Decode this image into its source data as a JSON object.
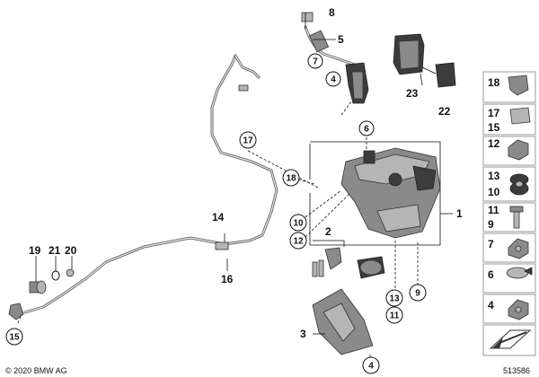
{
  "callouts": {
    "c1": "1",
    "c2": "2",
    "c3": "3",
    "c4": "4",
    "c5": "5",
    "c6": "6",
    "c7": "7",
    "c8": "8",
    "c9": "9",
    "c10": "10",
    "c11": "11",
    "c12": "12",
    "c13": "13",
    "c14": "14",
    "c15": "15",
    "c16": "16",
    "c17": "17",
    "c18": "18",
    "c19": "19",
    "c20": "20",
    "c21": "21",
    "c22": "22",
    "c23": "23"
  },
  "circled": {
    "ring_4_upper": "4",
    "ring_6": "6",
    "ring_7": "7",
    "ring_17": "17",
    "ring_18": "18",
    "ring_10": "10",
    "ring_12": "12",
    "ring_13": "13",
    "ring_11": "11",
    "ring_9": "9",
    "ring_15": "15",
    "ring_4_lower": "4"
  },
  "legend_panel": [
    {
      "label": "18"
    },
    {
      "label": "17",
      "label2": "15"
    },
    {
      "label": "12"
    },
    {
      "label": "13",
      "label2": "10"
    },
    {
      "label": "11",
      "label2": "9"
    },
    {
      "label": "7"
    },
    {
      "label": "6"
    },
    {
      "label": "4"
    }
  ],
  "copyright": "© 2020 BMW AG",
  "diagram_id": "513586",
  "icons": [
    "back-arrow-icon"
  ]
}
